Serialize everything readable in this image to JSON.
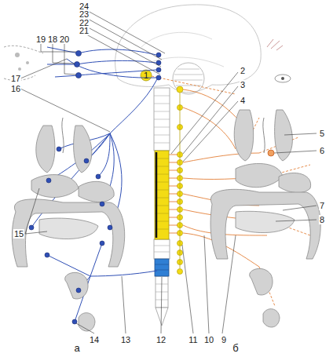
{
  "diagram": {
    "labels": [
      "1",
      "2",
      "3",
      "4",
      "5",
      "6",
      "7",
      "8",
      "9",
      "10",
      "11",
      "12",
      "13",
      "14",
      "15",
      "16",
      "17",
      "18",
      "19",
      "20",
      "21",
      "22",
      "23",
      "24",
      "а",
      "б"
    ]
  }
}
